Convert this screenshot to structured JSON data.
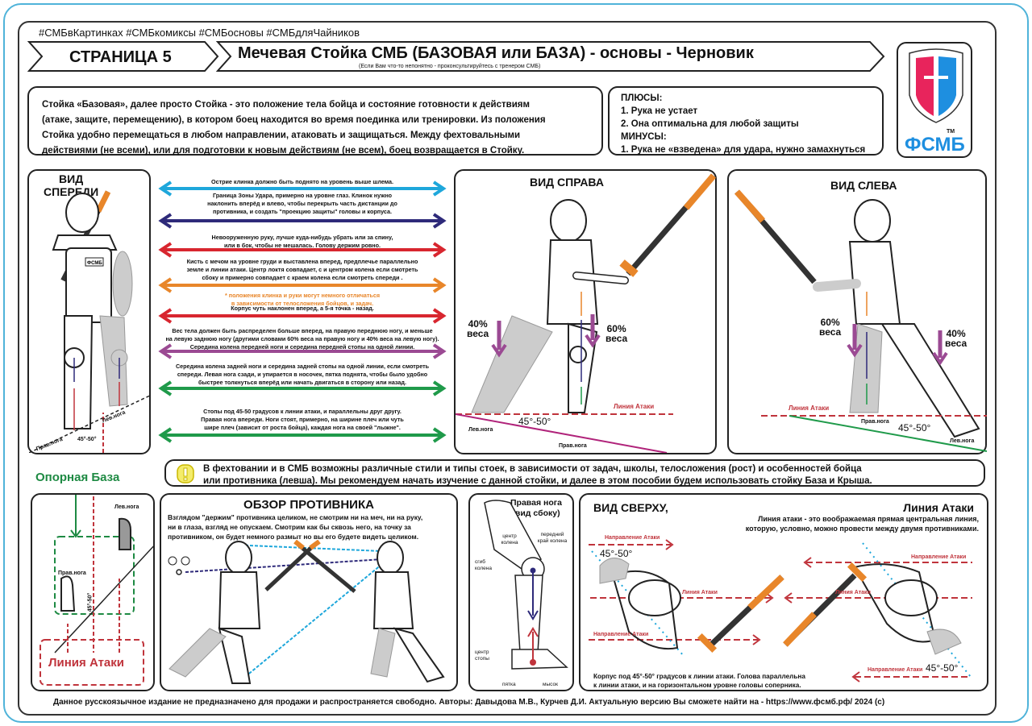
{
  "header": {
    "hashtags": "#СМБвКартинках #СМБкомиксы #СМБосновы #СМБдляЧайников",
    "page_label": "СТРАНИЦА 5",
    "title": "Мечевая Стойка СМБ (БАЗОВАЯ или БАЗА) - основы - Черновик",
    "subtitle": "(Если Вам что-то непонятно  - проконсультируйтесь с тренером СМБ)"
  },
  "logo": {
    "text": "ФСМБ",
    "tm": "TM",
    "colors": {
      "red": "#e8245c",
      "blue": "#1e8fe0"
    }
  },
  "intro": {
    "lines": [
      "Стойка «Базовая», далее просто Стойка  - это положение тела бойца и состояние готовности к действиям",
      "(атаке, защите, перемещению), в котором боец находится во время поединка или тренировки.  Из положения",
      "Стойка удобно перемещаться в любом направлении,  атаковать и защищаться. Между фехтовальными",
      "действиями (не всеми), или для подготовки к новым действиям (не всем), боец возвращается в Стойку."
    ]
  },
  "pros_cons": {
    "pros_title": "ПЛЮСЫ:",
    "pros": [
      "1. Рука не устает",
      "2. Она оптимальна для любой защиты"
    ],
    "cons_title": "МИНУСЫ:",
    "cons": [
      "1.  Рука не «взведена» для удара, нужно замахнуться"
    ]
  },
  "front_view": {
    "title_1": "ВИД",
    "title_2": "СПЕРЕДИ",
    "left_leg": "Лев.нога",
    "right_leg": "Прав.нога",
    "angle": "45°-50°",
    "badge": "ФСМБ"
  },
  "right_view": {
    "title": "ВИД СПРАВА",
    "weight_back": "40%",
    "weight_back_2": "веса",
    "weight_front": "60%",
    "weight_front_2": "веса",
    "attack_line": "Линия Атаки",
    "angle": "45°-50°",
    "left_leg": "Лев.нога",
    "right_leg": "Прав.нога"
  },
  "left_view": {
    "title": "ВИД СЛЕВА",
    "weight_front": "60%",
    "weight_front_2": "веса",
    "weight_back": "40%",
    "weight_back_2": "веса",
    "attack_line": "Линия Атаки",
    "angle": "45°-50°",
    "left_leg": "Лев.нога",
    "right_leg": "Прав.нога"
  },
  "guides": [
    {
      "color": "#1ea7db",
      "lines": [
        "Острие клинка должно быть поднято на уровень выше шлема."
      ]
    },
    {
      "color": "#2e2a7a",
      "lines": [
        "Граница Зоны Удара, примерно на уровне глаз. Клинок нужно",
        "наклонить вперёд и влево, чтобы перекрыть часть дистанции до",
        "противника, и создать \"проекцию защиты\" головы и корпуса."
      ]
    },
    {
      "color": "#d8262f",
      "lines": [
        "Невооруженную руку, лучше  куда-нибудь  убрать или за спину,",
        "или в бок, чтобы не мешалась. Голову держим ровно."
      ]
    },
    {
      "color": "#e8862a",
      "lines": [
        "Кисть с мечом на уровне  груди  и выставлена вперед, предплечье параллельно",
        "земле и линии атаки. Центр локтя  совпадает, с и центром колена если смотреть",
        "сбоку и примерно совпадает с краем колена если смотреть  спереди ."
      ],
      "note": [
        "* положения клинка и руки могут немного отличаться",
        "в зависимости от телосложения бойцов, и задач."
      ]
    },
    {
      "color": "#d8262f",
      "lines": [
        "Корпус чуть наклонен вперед, а 5-я точка - назад."
      ]
    },
    {
      "color": "#9b4a93",
      "lines": [
        "Вес тела должен быть распределен  больше вперед, на правую переднюю ногу, и меньше",
        "на левую заднюю ногу (другими словами 60% веса на правую ногу  и  40% веса на левую ногу).",
        "Середина колена передней ноги  и  середина передней стопы на одной линии."
      ]
    },
    {
      "color": "#1f9a4a",
      "lines": [
        "Середина колена  задней ноги  и  середина  задней стопы на одной линии, если смотреть",
        "спереди.  Левая нога сзади, и упирается в носочек, пятка поднята, чтобы было удобно",
        "быстрее толкнуться вперёд или начать двигаться в сторону или назад."
      ]
    },
    {
      "color": "#1f9a4a",
      "lines": [
        "Стопы под 45-50 градусов к линии атаки, и параллельны друг другу.",
        "Правая нога впереди. Ноги стоят, примерно, на ширине плеч или чуть",
        "шире плеч (зависит от роста бойца), каждая нога на своей \"лыжне\"."
      ]
    }
  ],
  "notice": {
    "icon": "warning-icon",
    "line_1": "В фехтовании и в СМБ  возможны различные стили и типы стоек, в зависимости от задач, школы, телосложения (рост) и особенностей бойца",
    "line_2": "или противника (левша).  Мы рекомендуем начать изучение с данной стойки, и далее в этом пособии будем использовать стойку База и Крыша."
  },
  "base": {
    "title": "Опорная База",
    "left_leg": "Лев.нога",
    "right_leg": "Прав.нога",
    "angle": "45°-50°",
    "attack_line": "Линия Атаки"
  },
  "review": {
    "title": "ОБЗОР ПРОТИВНИКА",
    "lines": [
      "Взглядом \"держим\" противника целиком,  не смотрим ни на меч, ни на руку,",
      "ни в глаза, взгляд не опускаем.  Смотрим как бы сквозь него,  на точку за",
      "противником,  он будет немного размыт но  вы его будете видеть целиком."
    ]
  },
  "leg": {
    "title_1": "Правая нога",
    "title_2": "(вид сбоку)",
    "knee_center": "центр колена",
    "knee_front": "передний край колена",
    "knee_bend": "сгиб колена",
    "foot_center": "центр стопы",
    "heel": "пятка",
    "toe": "мысок"
  },
  "top_view": {
    "title": "ВИД СВЕРХУ,",
    "title_right": "Линия Атаки",
    "desc_1": "Линия атаки - это воображаемая прямая центральная линия,",
    "desc_2": "которую, условно, можно провести между двумя противниками.",
    "direction": "Направление Атаки",
    "attack_line": "Линия Атаки",
    "angle": "45°-50°",
    "caption_1": "Корпус  под 45°-50°  градусов к линии атаки. Голова параллельна",
    "caption_2": "к линии атаки, и на  горизонтальном уровне головы соперника."
  },
  "footer": "Данное русскоязычное  издание  не предназначено для продажи и распространяется свободно. Авторы: Давыдова М.В., Курчев Д.И.   Актуальную версию Вы сможете найти на  -  https://www.фсмб.рф/ 2024 (с)"
}
